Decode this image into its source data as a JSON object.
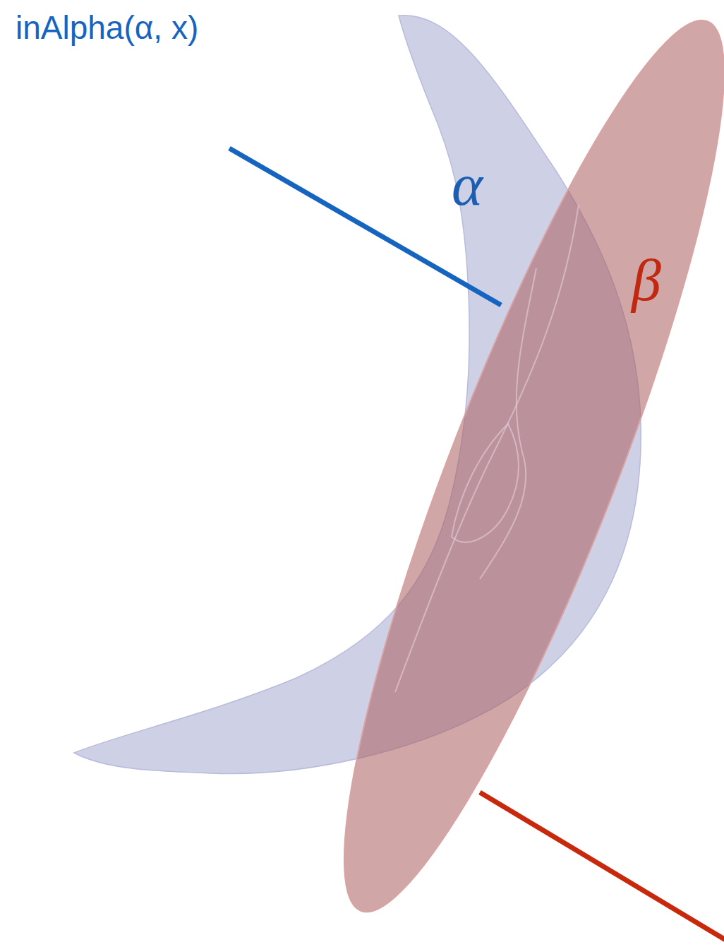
{
  "diagram": {
    "nodes": [
      {
        "text": [
          "α"
        ]
      },
      {
        "text": [
          "β"
        ]
      }
    ],
    "labels": [
      "inAlpha(α, x)"
    ]
  }
}
